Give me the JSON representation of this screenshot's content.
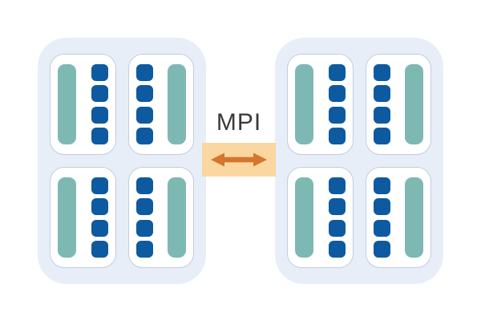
{
  "diagram": {
    "connector": {
      "label": "MPI",
      "icon": "double-horizontal-arrow-icon"
    },
    "colors": {
      "background": "#ffffff",
      "node_bg": "#e8eef8",
      "socket_bg": "#ffffff",
      "socket_border": "#c3cbe0",
      "bar": "#7db9b2",
      "core": "#0e5aa0",
      "connector_bg": "#fad6a0",
      "arrow": "#d4762e",
      "label_text": "#3a3a3a"
    },
    "nodes": [
      {
        "name": "compute-node-left",
        "sockets": [
          {
            "layout": "bar-left",
            "cores": 4
          },
          {
            "layout": "bar-right",
            "cores": 4
          },
          {
            "layout": "bar-left",
            "cores": 4
          },
          {
            "layout": "bar-right",
            "cores": 4
          }
        ]
      },
      {
        "name": "compute-node-right",
        "sockets": [
          {
            "layout": "bar-left",
            "cores": 4
          },
          {
            "layout": "bar-right",
            "cores": 4
          },
          {
            "layout": "bar-left",
            "cores": 4
          },
          {
            "layout": "bar-right",
            "cores": 4
          }
        ]
      }
    ]
  }
}
